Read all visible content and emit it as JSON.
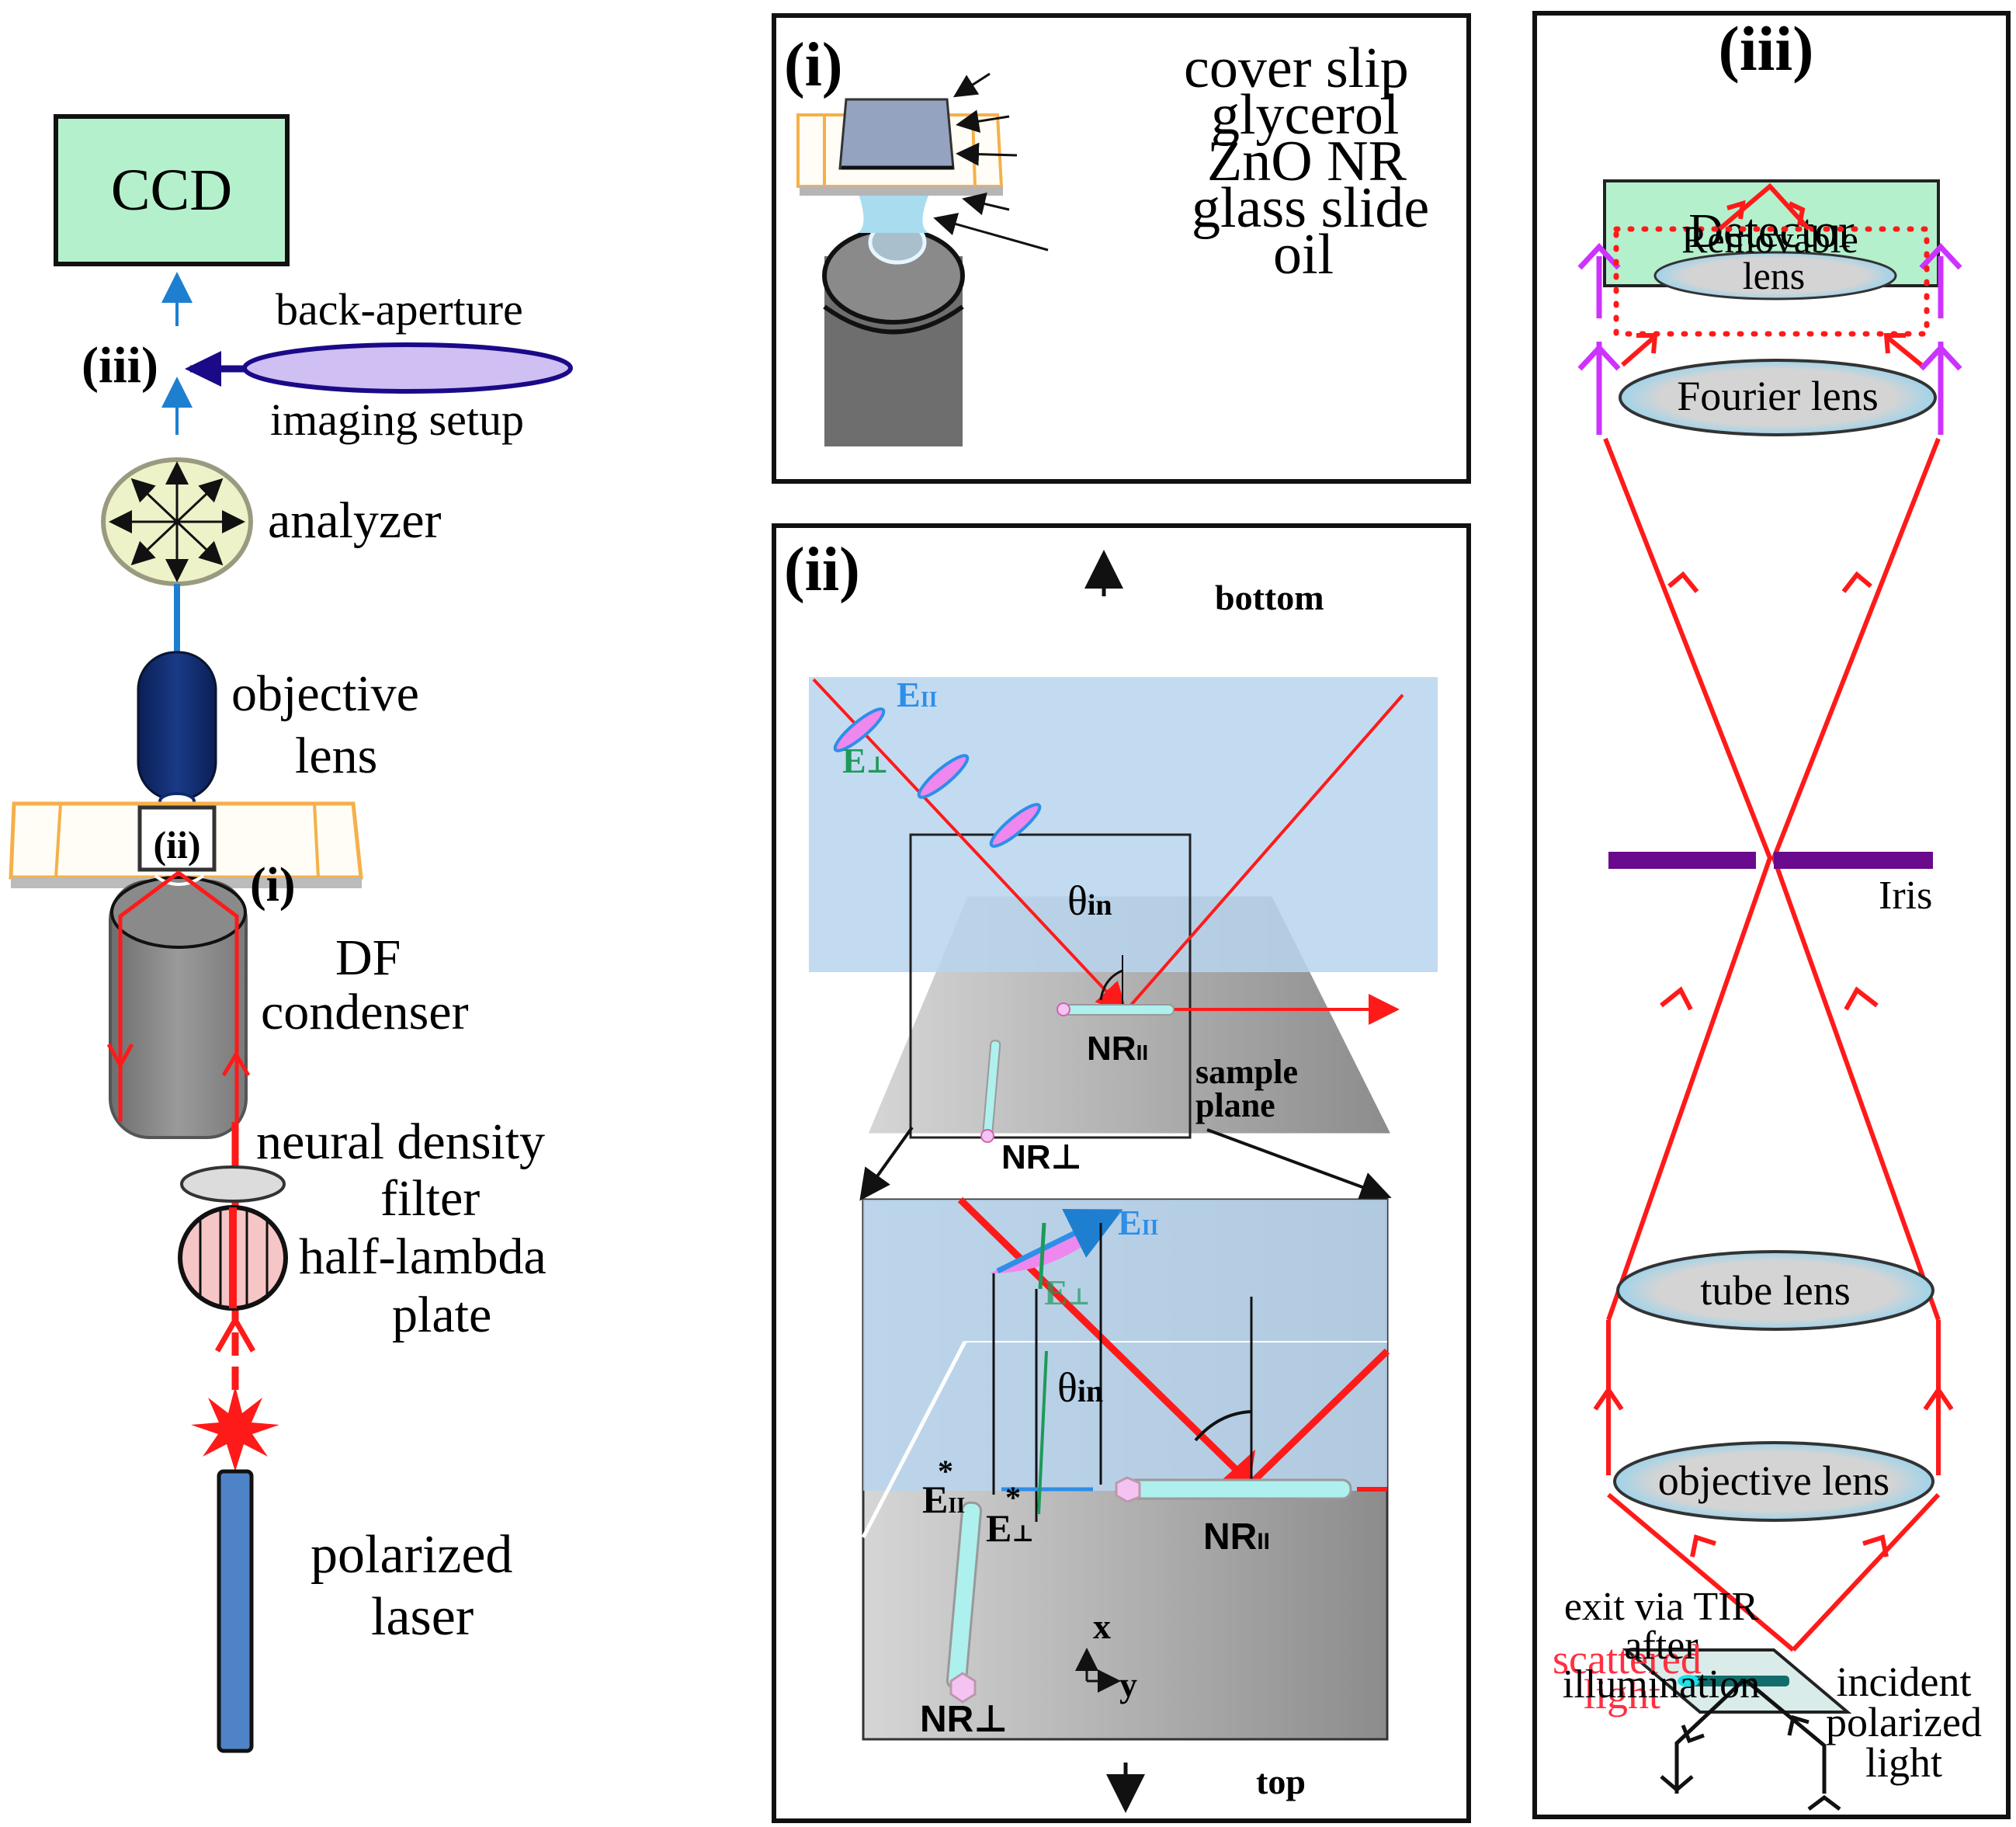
{
  "colors": {
    "red": "#ff1a1a",
    "beam_blue": "#1e7fd0",
    "detector_green": "#b5f0cc",
    "slide_orange": "#f5b04a",
    "objective_navy": "#0e2a6e",
    "condenser_gray": "#8a8a8a",
    "analyzer_yellow": "#eef2c8",
    "lens_purple": "#cfbff2",
    "iris_purple": "#6a0a8c",
    "magenta_arrow": "#cc33ff",
    "water_blue": "#b9d5ee",
    "e_parallel": "#2d8fe8",
    "e_perp": "#1e9a5a",
    "nanorod_cyan": "#aef0ee"
  },
  "left": {
    "ccd": "CCD",
    "back_aperture": "back-aperture",
    "imaging_setup": "imaging setup",
    "iii_ref": "(iii)",
    "analyzer": "analyzer",
    "objective_1": "objective",
    "objective_2": "lens",
    "ii_ref": "(ii)",
    "i_ref": "(i)",
    "df_1": "DF",
    "df_2": "condenser",
    "nd_1": "neural density",
    "nd_2": "filter",
    "hl_1": "half-lambda",
    "hl_2": "plate",
    "laser_1": "polarized",
    "laser_2": "laser"
  },
  "panel_i": {
    "label": "(i)",
    "cover_slip": "cover slip",
    "glycerol": "glycerol",
    "zno": "ZnO NR",
    "glass_slide": "glass slide",
    "oil": "oil"
  },
  "panel_ii": {
    "label": "(ii)",
    "bottom": "bottom",
    "top": "top",
    "e_par": "E",
    "e_par_sub": "II",
    "e_perp": "E",
    "e_perp_sub": "⊥",
    "theta": "θ",
    "theta_sub": "in",
    "nr_par": "NR",
    "nr_par_sub": "II",
    "nr_perp": "NR⊥",
    "sample_1": "sample",
    "sample_2": "plane",
    "e_par_star": "E",
    "e_perp_star": "E",
    "star": "*",
    "axis_x": "x",
    "axis_y": "y"
  },
  "panel_iii": {
    "label": "(iii)",
    "detector": "Detector",
    "removable_1": "Removable",
    "removable_2": "lens",
    "fourier": "Fourier lens",
    "iris": "Iris",
    "tube": "tube lens",
    "objective": "objective lens",
    "scattered_1": "scattered",
    "scattered_2": "light",
    "exit_1": "exit via TIR",
    "exit_2": "after",
    "exit_3": "illumination",
    "incident_1": "incident",
    "incident_2": "polarized",
    "incident_3": "light"
  }
}
